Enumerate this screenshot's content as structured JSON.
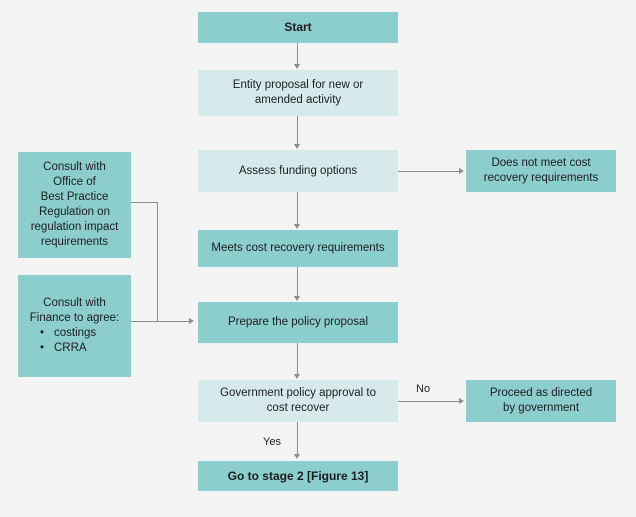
{
  "diagram": {
    "title": "Cost recovery policy approval flowchart - stage 1",
    "colors": {
      "node_dark": "#8ccdce",
      "node_light": "#d6eaec",
      "background": "#f4f4f4",
      "edge": "#8d8d8d",
      "text": "#1d1d1d"
    },
    "nodes": {
      "start": "Start",
      "entity_proposal": "Entity proposal for new or\namended activity",
      "assess_funding": "Assess funding options",
      "does_not_meet": "Does not meet cost\nrecovery requirements",
      "meets_requirements": "Meets cost recovery requirements",
      "consult_obpr": "Consult with\nOffice of\nBest Practice\nRegulation on\nregulation impact\nrequirements",
      "consult_finance_head": "Consult with\nFinance to agree:",
      "consult_finance_items": [
        "costings",
        "CRRA"
      ],
      "prepare_proposal": "Prepare the policy proposal",
      "government_approval": "Government policy approval to\ncost recover",
      "proceed_as_directed": "Proceed as directed\nby government",
      "go_to_stage_2": "Go to stage 2 [Figure 13]"
    },
    "edge_labels": {
      "no": "No",
      "yes": "Yes"
    }
  }
}
